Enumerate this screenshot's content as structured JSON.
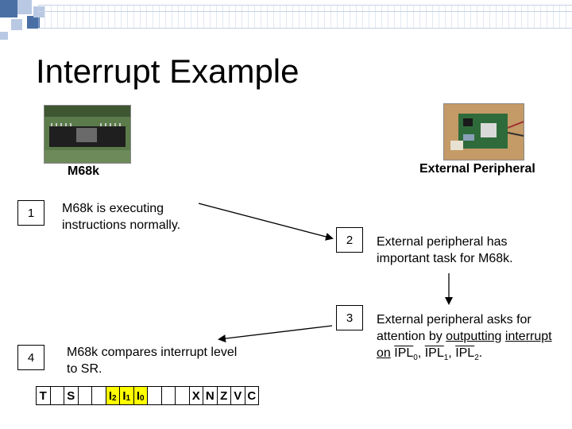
{
  "slide": {
    "title": "Interrupt Example",
    "m68k_label": "M68k",
    "peripheral_label": "External Peripheral"
  },
  "steps": [
    {
      "number": "1",
      "text": "M68k is executing instructions normally."
    },
    {
      "number": "2",
      "text": "External peripheral has important task for M68k."
    },
    {
      "number": "3",
      "text_part1": "External peripheral asks for attention by ",
      "text_underlined1": "outputting",
      "text_underlined2": "interrupt on",
      "signal": "IPL",
      "sub0": "0",
      "sub1": "1",
      "sub2": "2",
      "sep": ", ",
      "end": "."
    },
    {
      "number": "4",
      "text": "M68k compares interrupt level to SR."
    }
  ],
  "status_register": {
    "cells": [
      {
        "main": "T",
        "sub": "",
        "highlight": false
      },
      {
        "main": "",
        "sub": "",
        "highlight": false
      },
      {
        "main": "S",
        "sub": "",
        "highlight": false
      },
      {
        "main": "",
        "sub": "",
        "highlight": false
      },
      {
        "main": "",
        "sub": "",
        "highlight": false
      },
      {
        "main": "I",
        "sub": "2",
        "highlight": true
      },
      {
        "main": "I",
        "sub": "1",
        "highlight": true
      },
      {
        "main": "I",
        "sub": "0",
        "highlight": true
      },
      {
        "main": "",
        "sub": "",
        "highlight": false
      },
      {
        "main": "",
        "sub": "",
        "highlight": false
      },
      {
        "main": "",
        "sub": "",
        "highlight": false
      },
      {
        "main": "X",
        "sub": "",
        "highlight": false
      },
      {
        "main": "N",
        "sub": "",
        "highlight": false
      },
      {
        "main": "Z",
        "sub": "",
        "highlight": false
      },
      {
        "main": "V",
        "sub": "",
        "highlight": false
      },
      {
        "main": "C",
        "sub": "",
        "highlight": false
      }
    ]
  },
  "colors": {
    "accent_blue": "#4a6fa5",
    "light_blue": "#b9c9e3",
    "highlight_yellow": "#ffff00"
  }
}
